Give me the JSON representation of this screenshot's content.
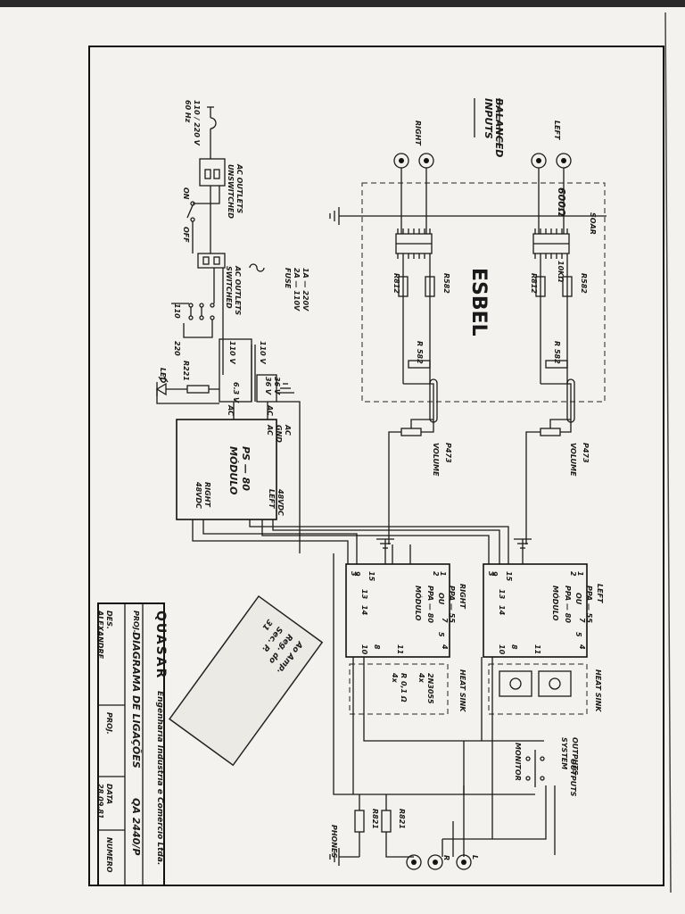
{
  "title_block": {
    "company": "QUASAR",
    "company_sub": "Engenharia Indústria e Comércio Ltda.",
    "project_label": "PROJ.",
    "drawing_title": "DIAGRAMA DE LIGAÇÕES",
    "model": "QA 2440/P",
    "des_label": "DES.",
    "designer": "ALEXANDRE",
    "proj_label": "PROJ.",
    "date_label": "DATA",
    "date": "28.09.81",
    "number_label": "NUMERO"
  },
  "inputs": {
    "heading_1": "BALANCED",
    "heading_2": "INPUTS",
    "left": "LEFT",
    "right": "RIGHT",
    "impedance": "600Ω"
  },
  "input_board": {
    "label": "SOAR",
    "stamp": "ESBEL",
    "impedance_small": "10KΩ",
    "r1_left": "R812",
    "r2_left": "R582",
    "r3_left": "R 582",
    "r1_right": "R812",
    "r2_right": "R582",
    "r3_right": "R 582"
  },
  "volume": {
    "label_left": "VOLUME",
    "value_left": "P473",
    "label_right": "VOLUME",
    "value_right": "P473"
  },
  "power": {
    "mains": "110 / 220 V",
    "freq": "60 Hz",
    "ac_unswitched_1": "AC OUTLETS",
    "ac_unswitched_2": "UNSWITCHED",
    "ac_switched_1": "AC OUTLETS",
    "ac_switched_2": "SWITCHED",
    "on": "ON",
    "off": "OFF",
    "fuse": "FUSE",
    "fuse_2a": "2A — 110V",
    "fuse_1a": "1A — 220V",
    "v110": "110",
    "v220": "220",
    "tap_110": "110 V",
    "tap_0": "110 V",
    "sec_36a": "36 V",
    "sec_36b": "36 V",
    "sec_63": "6.3 V",
    "ac_1": "AC",
    "ac_2": "AC",
    "resistor": "R221",
    "led": "LED"
  },
  "ps_module": {
    "title": "MÓDULO",
    "model": "PS — 80",
    "pin_ac": "AC",
    "pin_gnd": "GND",
    "pin_ac2": "AC",
    "out_left": "LEFT",
    "out_48": "48VDC",
    "out_48b": "48VDC",
    "out_right": "RIGHT"
  },
  "amp_left": {
    "title": "MÓDULO",
    "model": "PPA — 80",
    "ou": "OU",
    "model2": "PPA — 55",
    "side": "LEFT",
    "heatsink": "HEAT SINK",
    "pins": [
      "1",
      "2",
      "3",
      "4",
      "5",
      "7",
      "8",
      "9",
      "10",
      "11",
      "13",
      "14",
      "15"
    ]
  },
  "amp_right": {
    "title": "MÓDULO",
    "model": "PPA — 80",
    "ou": "OU",
    "model2": "PPA — 55",
    "side": "RIGHT",
    "heatsink": "HEAT SINK",
    "hs_note_1": "4x",
    "hs_note_2": "2N3055",
    "hs_note_3": "4x",
    "hs_note_4": "R 0,1 Ω",
    "pins": [
      "1",
      "2",
      "3",
      "4",
      "5",
      "7",
      "8",
      "9",
      "10",
      "11",
      "13",
      "14",
      "15"
    ]
  },
  "outputs": {
    "label": "OUTPUTS",
    "system": "SYSTEM",
    "monitor": "MONITOR",
    "outputs_2": "OUTPUTS",
    "phones": "PHONES",
    "r1": "R821",
    "r2": "R821",
    "l": "L",
    "r": "R"
  },
  "note_card": {
    "line1": "Ao Amp.",
    "line2": "Reg. do",
    "line3": "Sec. P.",
    "line4": "31"
  }
}
